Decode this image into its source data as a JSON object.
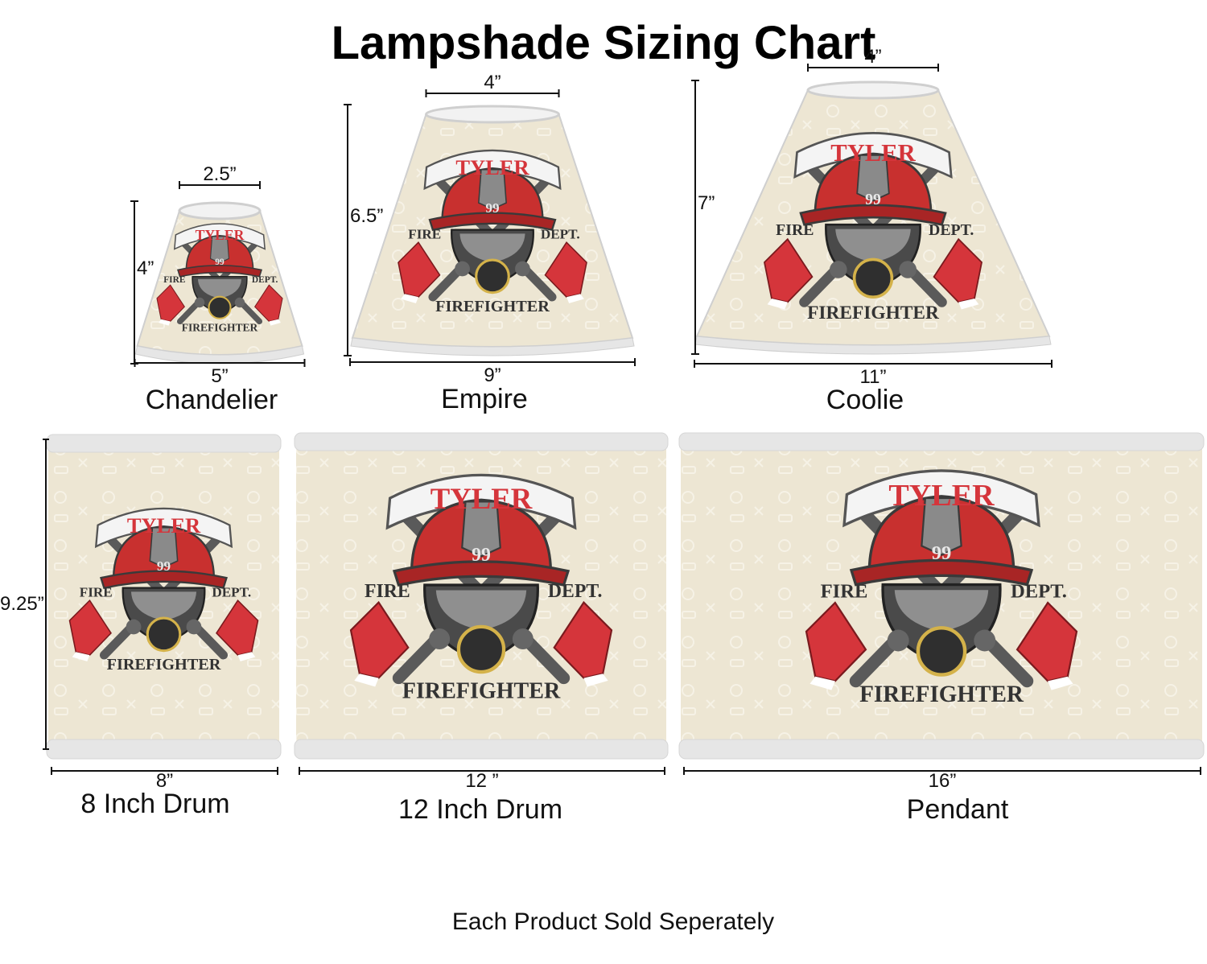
{
  "title": "Lampshade Sizing Chart",
  "footer": "Each Product Sold Seperately",
  "logo": {
    "name": "TYLER",
    "number": "99",
    "left": "FIRE",
    "right": "DEPT.",
    "bottom": "FIREFIGHTER"
  },
  "colors": {
    "shade": "#ede6d3",
    "trim": "#e6e6e6",
    "red": "#d5353b",
    "dark": "#4a4a4a"
  },
  "shades": [
    {
      "id": "chandelier",
      "label": "Chandelier",
      "shape": "cone",
      "top": "2.5”",
      "bottom": "5”",
      "height": "4”"
    },
    {
      "id": "empire",
      "label": "Empire",
      "shape": "cone",
      "top": "4”",
      "bottom": "9”",
      "height": "6.5”"
    },
    {
      "id": "coolie",
      "label": "Coolie",
      "shape": "cone",
      "top": "4”",
      "bottom": "11”",
      "height": "7”"
    },
    {
      "id": "drum8",
      "label": "8 Inch Drum",
      "shape": "drum",
      "top": "",
      "bottom": "8”",
      "height": "9.25”"
    },
    {
      "id": "drum12",
      "label": "12 Inch Drum",
      "shape": "drum",
      "top": "",
      "bottom": "12 ”",
      "height": ""
    },
    {
      "id": "pendant",
      "label": "Pendant",
      "shape": "drum",
      "top": "",
      "bottom": "16”",
      "height": ""
    }
  ]
}
